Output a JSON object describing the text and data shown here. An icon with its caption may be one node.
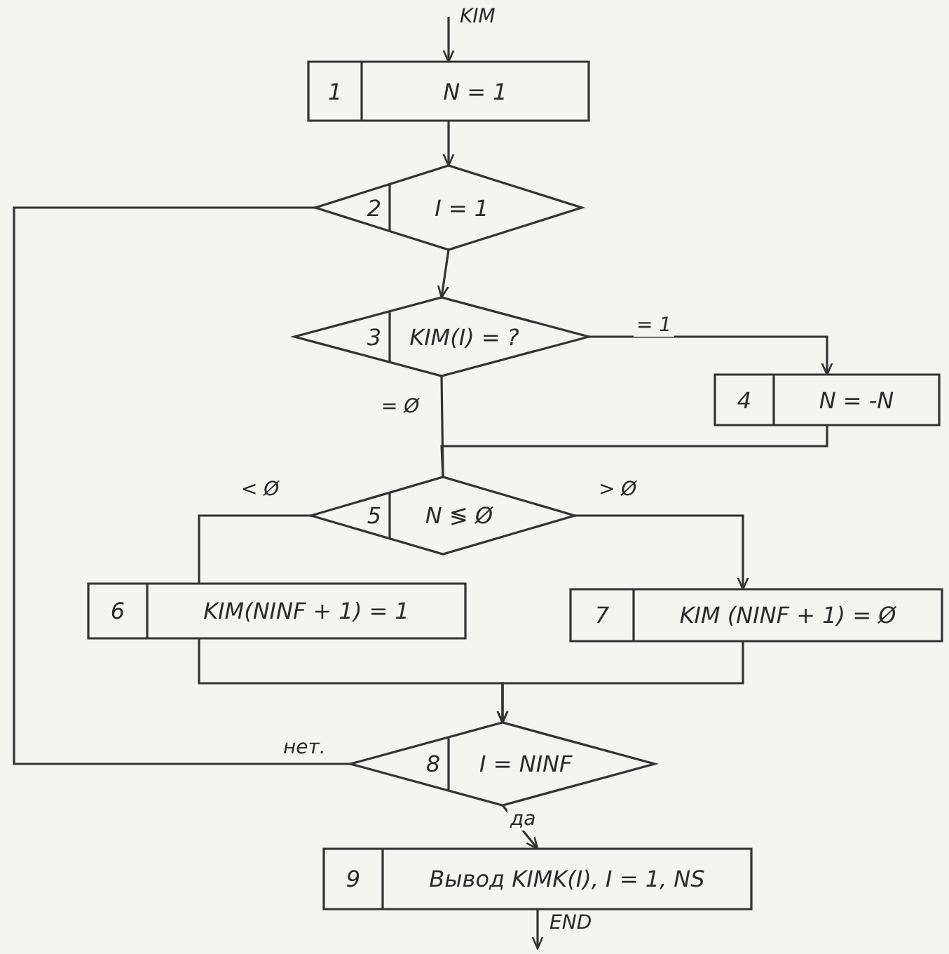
{
  "diagram": {
    "nodes": [
      {
        "text": [
          "1",
          "N = 1"
        ]
      },
      {
        "text": [
          "2",
          "I = 1"
        ]
      },
      {
        "text": [
          "3",
          "KIM(I) = ?"
        ]
      },
      {
        "text": [
          "4",
          "N = -N"
        ]
      },
      {
        "text": [
          "5",
          "N ≶ Ø"
        ]
      },
      {
        "text": [
          "6",
          "KIM(NINF + 1) = 1"
        ]
      },
      {
        "text": [
          "7",
          "KIM (NINF + 1) = Ø"
        ]
      },
      {
        "text": [
          "8",
          "I = NINF"
        ]
      },
      {
        "text": [
          "9",
          "Вывод KIMK(I), I = 1, NS"
        ]
      }
    ],
    "edges": [
      {
        "from": null,
        "to": 0,
        "arrow": "to",
        "label": "KIM"
      },
      {
        "from": 0,
        "to": 1,
        "arrow": "to"
      },
      {
        "from": 1,
        "to": 2,
        "arrow": "to"
      },
      {
        "from": 2,
        "to": 3,
        "arrow": "to",
        "label": "= 1"
      },
      {
        "from": 2,
        "to": 4,
        "arrow": "none",
        "label": "= Ø"
      },
      {
        "from": 3,
        "to": 4,
        "arrow": "none"
      },
      {
        "from": 4,
        "to": 5,
        "arrow": "none",
        "label": "< Ø"
      },
      {
        "from": 4,
        "to": 6,
        "arrow": "to",
        "label": "> Ø"
      },
      {
        "from": 5,
        "to": 7,
        "arrow": "to"
      },
      {
        "from": 6,
        "to": 7,
        "arrow": "to"
      },
      {
        "from": 7,
        "to": 1,
        "arrow": "none",
        "label": "нет."
      },
      {
        "from": 7,
        "to": 8,
        "arrow": "to",
        "label": "да"
      },
      {
        "from": 8,
        "to": null,
        "arrow": "to",
        "label": "END"
      }
    ]
  }
}
